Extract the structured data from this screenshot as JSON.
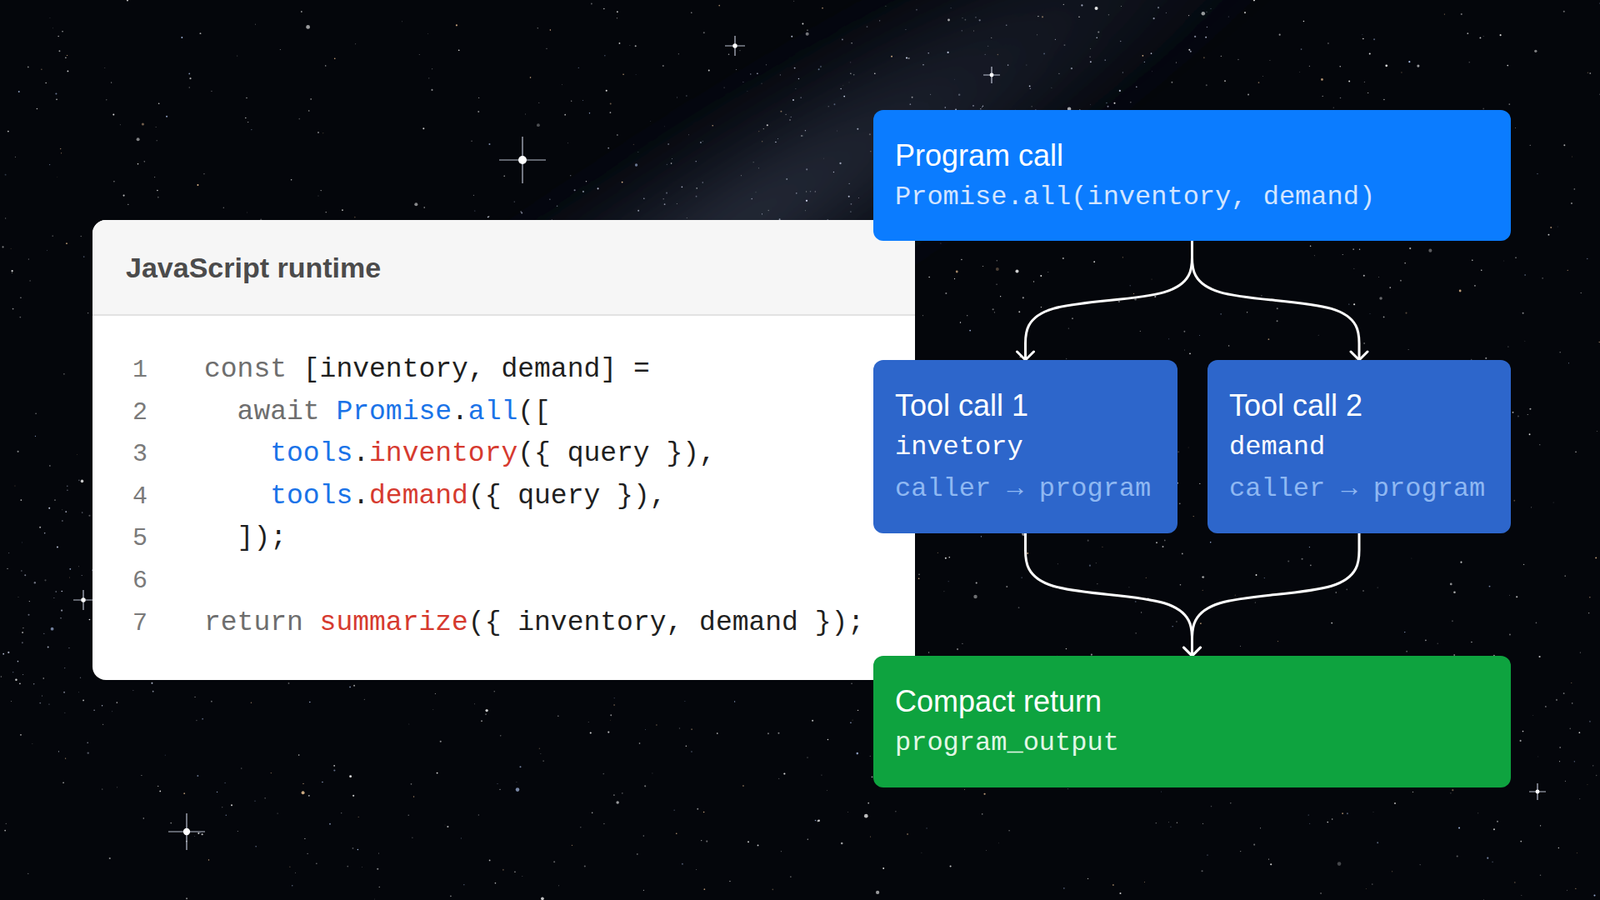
{
  "diagram": {
    "nodes": [
      {
        "text": [
          "JavaScript runtime"
        ]
      },
      {
        "text": [
          "Program call",
          "Promise.all(inventory, demand)"
        ]
      },
      {
        "text": [
          "Tool call 1",
          "invetory",
          "caller → program"
        ]
      },
      {
        "text": [
          "Tool call 2",
          "demand",
          "caller → program"
        ]
      },
      {
        "text": [
          "Compact return",
          "program_output"
        ]
      }
    ],
    "edges": [
      {
        "from": 1,
        "to": 2,
        "arrow": "to"
      },
      {
        "from": 1,
        "to": 3,
        "arrow": "to"
      },
      {
        "from": 2,
        "to": 4,
        "arrow": "to"
      },
      {
        "from": 3,
        "to": 4,
        "arrow": "to"
      }
    ],
    "labels": [
      "1",
      "const",
      "[inventory, demand] =",
      "2",
      "await",
      "Promise",
      ".",
      "all",
      "([",
      "3",
      "tools",
      ".",
      "inventory",
      "({ query }),",
      "4",
      "tools",
      ".",
      "demand",
      "({ query }),",
      "5",
      "]);",
      "6",
      "7",
      "return",
      "summarize",
      "({ inventory, demand });"
    ]
  }
}
